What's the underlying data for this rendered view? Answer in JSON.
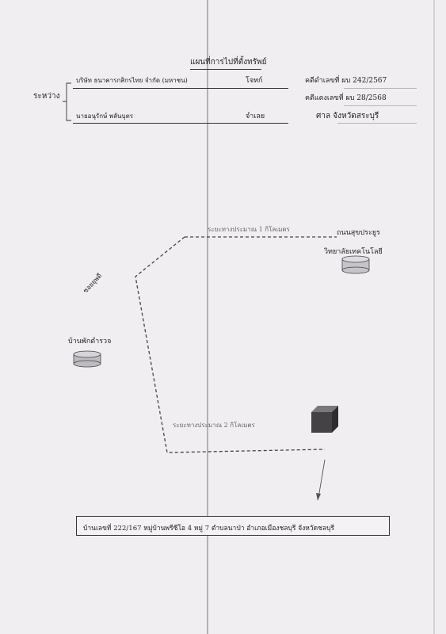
{
  "header": {
    "title": "แผนที่การไปที่ตั้งทรัพย์",
    "between_label": "ระหว่าง",
    "plaintiff_name": "บริษัท ธนาคารกสิกรไทย จำกัด (มหาชน)",
    "plaintiff_role": "โจทก์",
    "defendant_name": "นายอนุรักษ์ พลันบุตร",
    "defendant_role": "จำเลย",
    "black_case": "คดีดำเลขที่ ผบ 242/2567",
    "red_case": "คดีแดงเลขที่ ผบ 28/2568",
    "court": "ศาล จังหวัดสระบุรี"
  },
  "map": {
    "distance_1": "ระยะทางประมาณ 1 กิโลเมตร",
    "road_name": "ถนนสุขประยูร",
    "college": "วิทยาลัยเทคโนโลยี",
    "soi_name": "ซอยยุพดี",
    "police": "บ้านพักตำรวจ",
    "distance_2": "ระยะทางประมาณ 2 กิโลเมตร"
  },
  "address": "บ้านเลขที่ 222/167 หมู่บ้านพรีซีโอ 4 หมู่ 7 ตำบลนาป่า  อำเภอเมืองชลบุรี  จังหวัดชลบุรี"
}
